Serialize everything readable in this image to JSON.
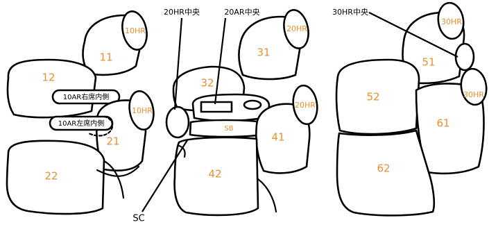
{
  "parts": {
    "p11": "11",
    "p12": "12",
    "p21": "21",
    "p22": "22",
    "p31": "31",
    "p32": "32",
    "p41": "41",
    "p42": "42",
    "p51": "51",
    "p52": "52",
    "p61": "61",
    "p62": "62",
    "sb": "SB"
  },
  "headrests": {
    "hr10_top": "10HR",
    "hr10_mid": "10HR",
    "hr20_top": "20HR",
    "hr20_mid": "20HR",
    "hr30_top": "30HR",
    "hr30_mid": "30HR"
  },
  "armrests": {
    "ar10_right": "10AR右席内側",
    "ar10_left": "10AR左席内側"
  },
  "callouts": {
    "hr20_center": "20HR中央",
    "ar20_center": "20AR中央",
    "hr30_center": "30HR中央",
    "sc": "SC"
  },
  "colors": {
    "label": "#e8902e",
    "outline": "#000000",
    "background": "#ffffff"
  }
}
